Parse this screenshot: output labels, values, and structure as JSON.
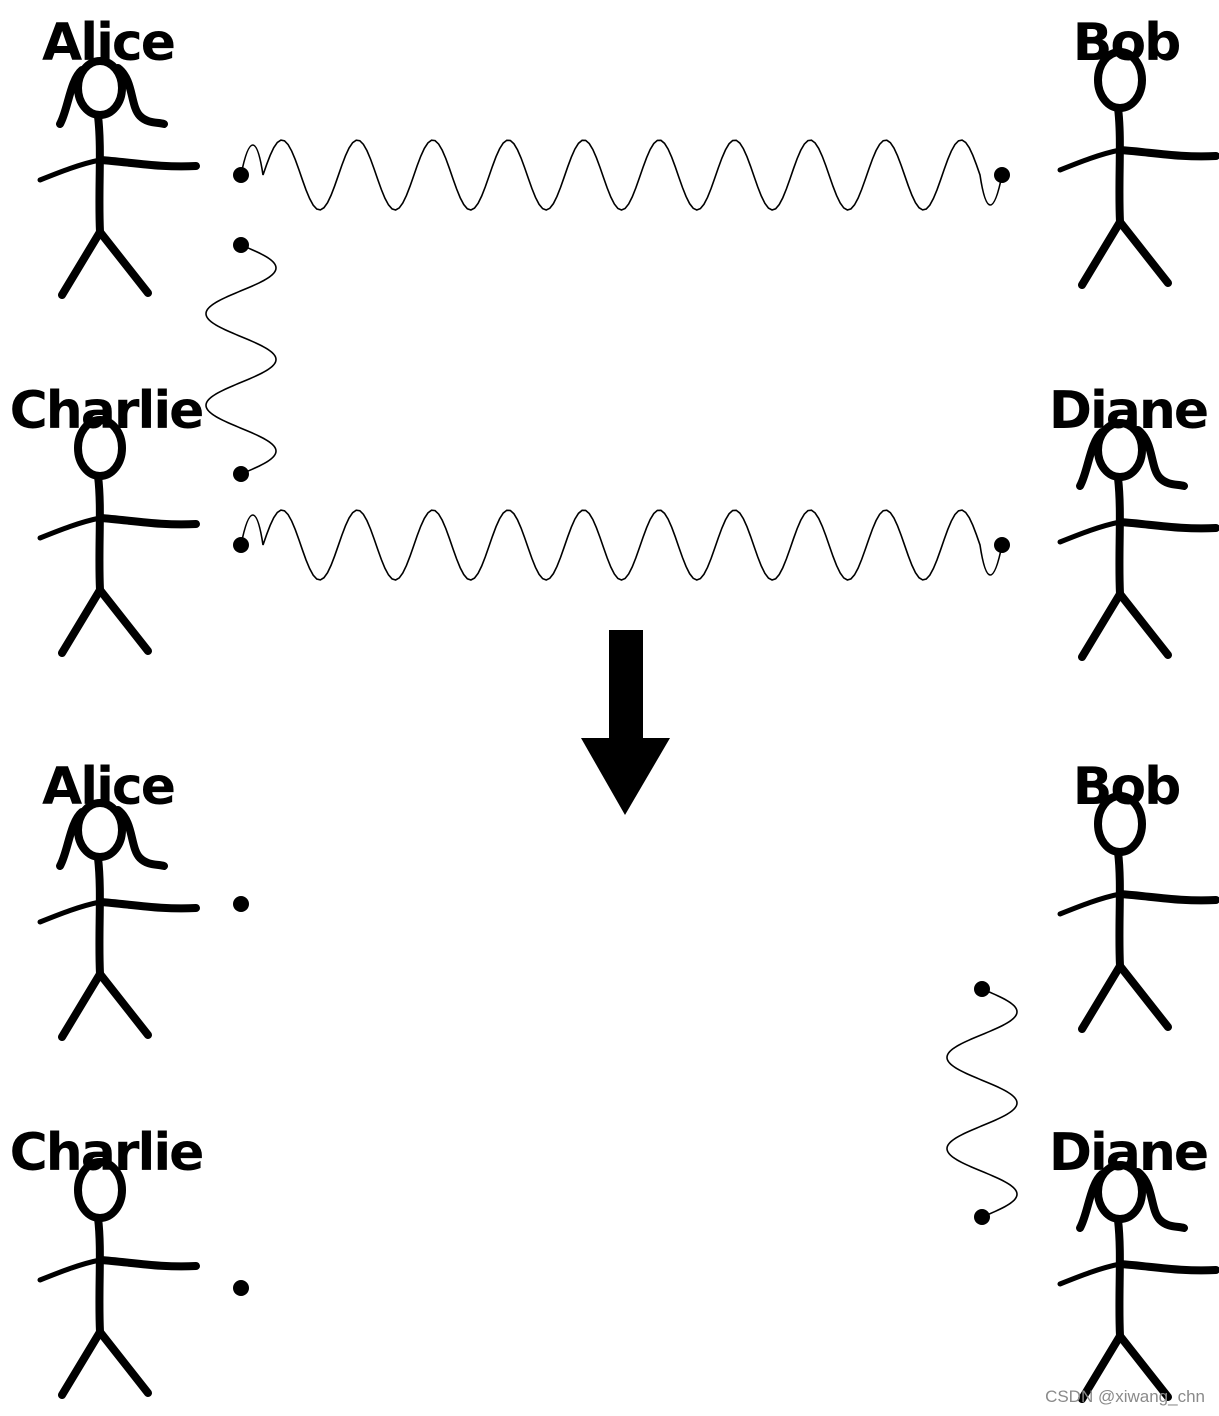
{
  "people": {
    "before": {
      "alice": "Alice",
      "bob": "Bob",
      "charlie": "Charlie",
      "diane": "Diane"
    },
    "after": {
      "alice": "Alice",
      "bob": "Bob",
      "charlie": "Charlie",
      "diane": "Diane"
    }
  },
  "watermark": "CSDN @xiwang_chn",
  "colors": {
    "ink": "#000000",
    "background": "#ffffff",
    "watermark": "#8a8a8a"
  }
}
